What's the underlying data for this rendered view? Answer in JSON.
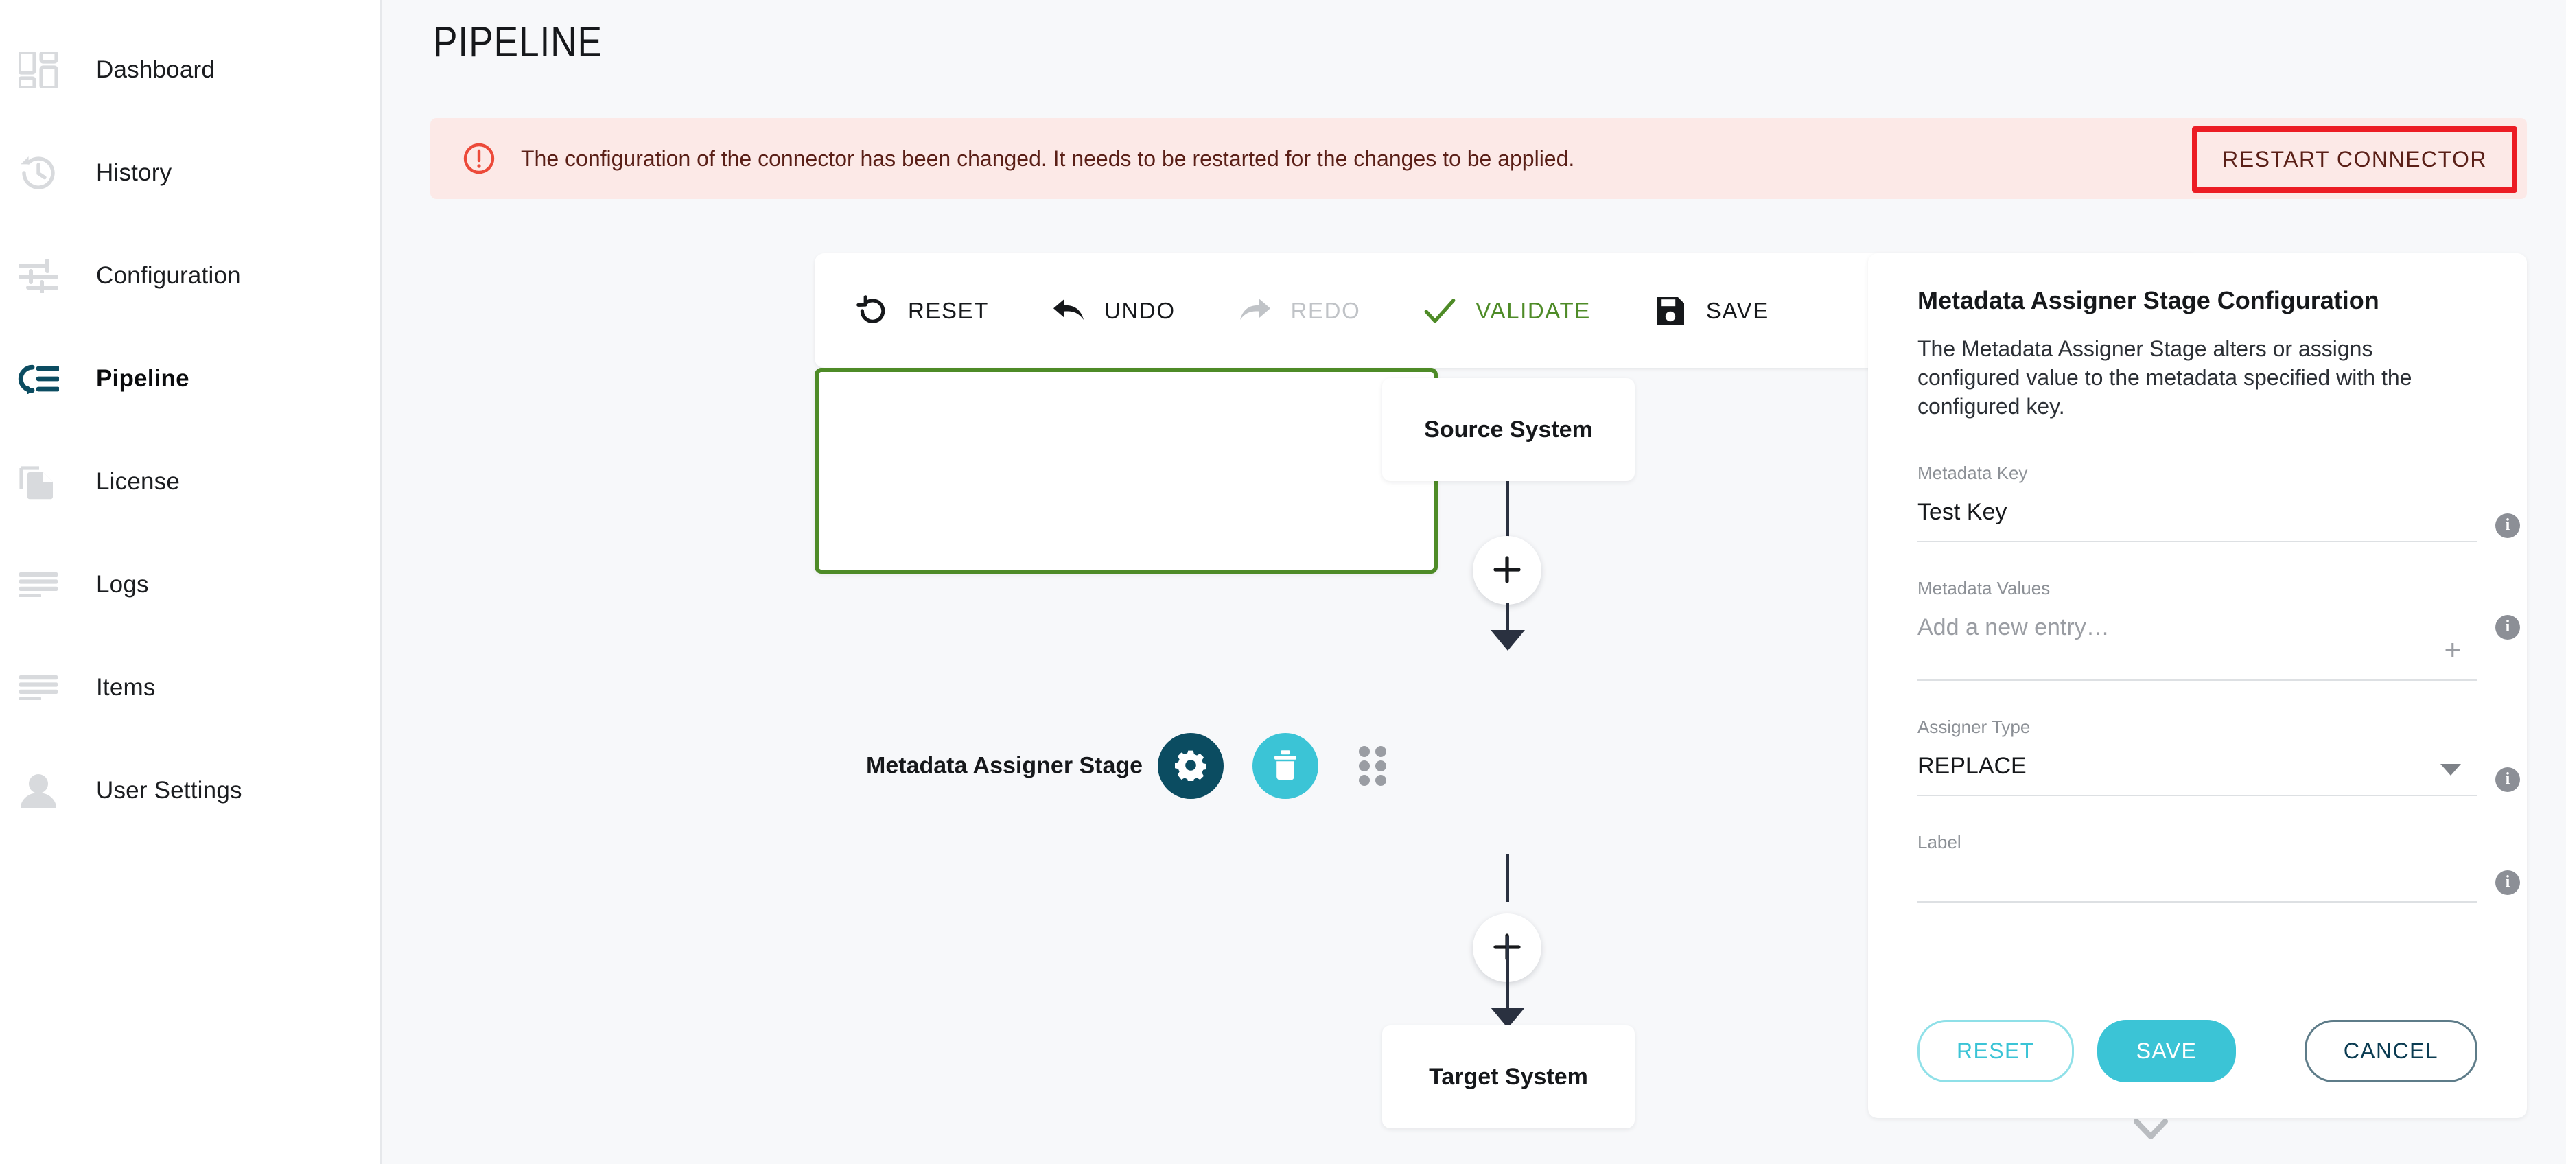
{
  "sidebar": {
    "items": [
      {
        "label": "Dashboard",
        "icon": "dashboard-icon",
        "active": false
      },
      {
        "label": "History",
        "icon": "history-icon",
        "active": false
      },
      {
        "label": "Configuration",
        "icon": "sliders-icon",
        "active": false
      },
      {
        "label": "Pipeline",
        "icon": "pipeline-icon",
        "active": true
      },
      {
        "label": "License",
        "icon": "license-document-icon",
        "active": false
      },
      {
        "label": "Logs",
        "icon": "logs-lines-icon",
        "active": false
      },
      {
        "label": "Items",
        "icon": "items-lines-icon",
        "active": false
      },
      {
        "label": "User Settings",
        "icon": "user-icon",
        "active": false
      }
    ]
  },
  "header": {
    "title": "PIPELINE"
  },
  "alert": {
    "icon": "error-circle-icon",
    "message": "The configuration of the connector has been changed. It needs to be restarted for the changes to be applied.",
    "action_label": "RESTART CONNECTOR",
    "bg_color": "#FCE9E7",
    "text_color": "#5A1F17",
    "highlight_color": "#EC1C24"
  },
  "toolbar": {
    "buttons": [
      {
        "label": "RESET",
        "icon": "rotate-ccw-icon",
        "state": "enabled"
      },
      {
        "label": "UNDO",
        "icon": "undo-arrow-icon",
        "state": "enabled"
      },
      {
        "label": "REDO",
        "icon": "redo-arrow-icon",
        "state": "disabled"
      },
      {
        "label": "VALIDATE",
        "icon": "check-icon",
        "state": "enabled"
      },
      {
        "label": "SAVE",
        "icon": "floppy-disk-icon",
        "state": "enabled"
      }
    ]
  },
  "flow": {
    "source_node": "Source System",
    "target_node": "Target System",
    "stage_node": {
      "label": "Metadata Assigner Stage",
      "selected_border_color": "#4E8B27",
      "gear_button_color": "#0B4C61",
      "trash_button_color": "#3BC4D6",
      "gear_icon": "gear-icon",
      "trash_icon": "trash-icon",
      "drag_icon": "drag-handle-icon",
      "up_icon": "chevron-up-icon",
      "down_icon": "chevron-down-icon"
    },
    "add_buttons": [
      {
        "icon": "plus-icon"
      },
      {
        "icon": "plus-icon"
      }
    ]
  },
  "config": {
    "title": "Metadata Assigner Stage Configuration",
    "description": "The Metadata Assigner Stage alters or assigns configured value to the metadata specified with the configured key.",
    "fields": [
      {
        "label": "Metadata Key",
        "value": "Test Key",
        "placeholder": "",
        "info": "i",
        "control": "text"
      },
      {
        "label": "Metadata Values",
        "value": "",
        "placeholder": "Add a new entry…",
        "info": "i",
        "control": "add-entry"
      },
      {
        "label": "Assigner Type",
        "value": "REPLACE",
        "placeholder": "",
        "info": "i",
        "control": "select"
      },
      {
        "label": "Label",
        "value": "",
        "placeholder": "",
        "info": "i",
        "control": "text"
      }
    ],
    "actions": {
      "reset_label": "RESET",
      "save_label": "SAVE",
      "cancel_label": "CANCEL"
    }
  }
}
